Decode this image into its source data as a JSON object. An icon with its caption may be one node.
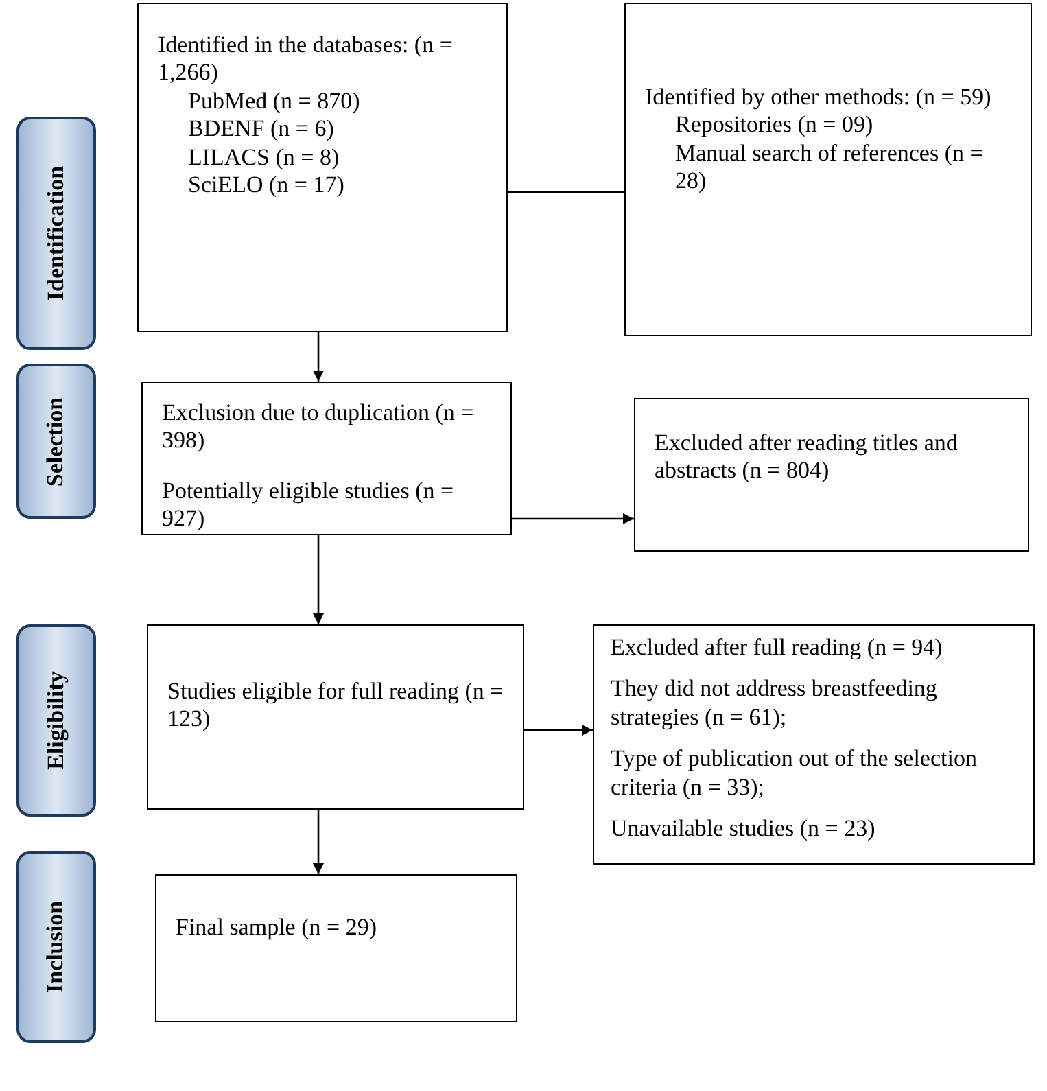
{
  "diagram": {
    "nodes": [
      {
        "text": [
          "Identification"
        ]
      },
      {
        "text": [
          "Selection"
        ]
      },
      {
        "text": [
          "Eligibility"
        ]
      },
      {
        "text": [
          "Inclusion"
        ]
      },
      {
        "text": [
          "Identified in the databases: (n = 1,266)",
          "PubMed (n = 870)",
          "BDENF (n = 6)",
          "LILACS (n = 8)",
          "SciELO (n = 17)"
        ]
      },
      {
        "text": [
          "Identified by other methods: (n = 59)",
          "Repositories (n = 09)",
          "Manual search of references (n = 28)"
        ]
      },
      {
        "text": [
          "Exclusion due to duplication (n = 398)",
          "Potentially eligible studies (n = 927)"
        ]
      },
      {
        "text": [
          "Excluded after reading titles and abstracts (n = 804)"
        ]
      },
      {
        "text": [
          "Studies eligible for full reading (n = 123)"
        ]
      },
      {
        "text": [
          "Excluded after full reading (n = 94)",
          "They did not address breastfeeding strategies (n = 61);",
          "Type of publication out of the selection criteria (n = 33);",
          "Unavailable studies (n = 23)"
        ]
      },
      {
        "text": [
          "Final sample (n = 29)"
        ]
      }
    ],
    "edges": [
      {
        "from": 4,
        "to": 5,
        "arrow": "none"
      },
      {
        "from": 4,
        "to": 6,
        "arrow": "to"
      },
      {
        "from": 6,
        "to": 7,
        "arrow": "to"
      },
      {
        "from": 6,
        "to": 8,
        "arrow": "to"
      },
      {
        "from": 8,
        "to": 9,
        "arrow": "to"
      },
      {
        "from": 8,
        "to": 10,
        "arrow": "to"
      }
    ]
  }
}
